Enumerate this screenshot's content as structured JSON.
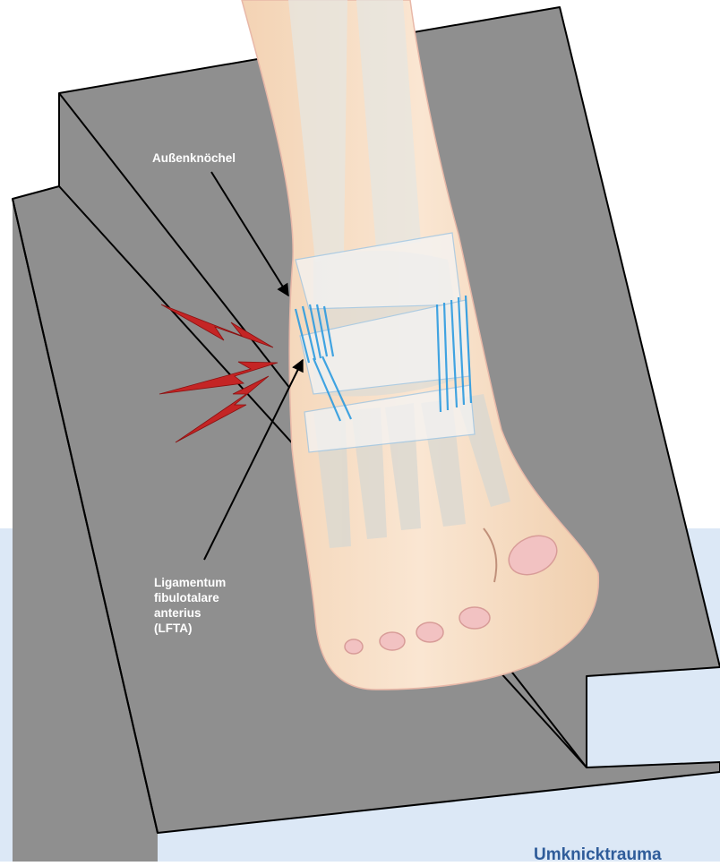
{
  "labels": {
    "lateral_malleolus": "Außenknöchel",
    "ligament": [
      "Ligamentum",
      "fibulotalare",
      "anterius",
      "(LFTA)"
    ]
  },
  "caption": "Umknicktrauma",
  "colors": {
    "background_band": "#dce8f6",
    "step_surface": "#8f8f8f",
    "step_outline": "#000000",
    "skin": "#f6dcc0",
    "ligament": "#2d9be0",
    "pain_mark": "#c42525",
    "caption": "#2f5c9a"
  },
  "icons": [
    "pain-lightning-icon"
  ]
}
